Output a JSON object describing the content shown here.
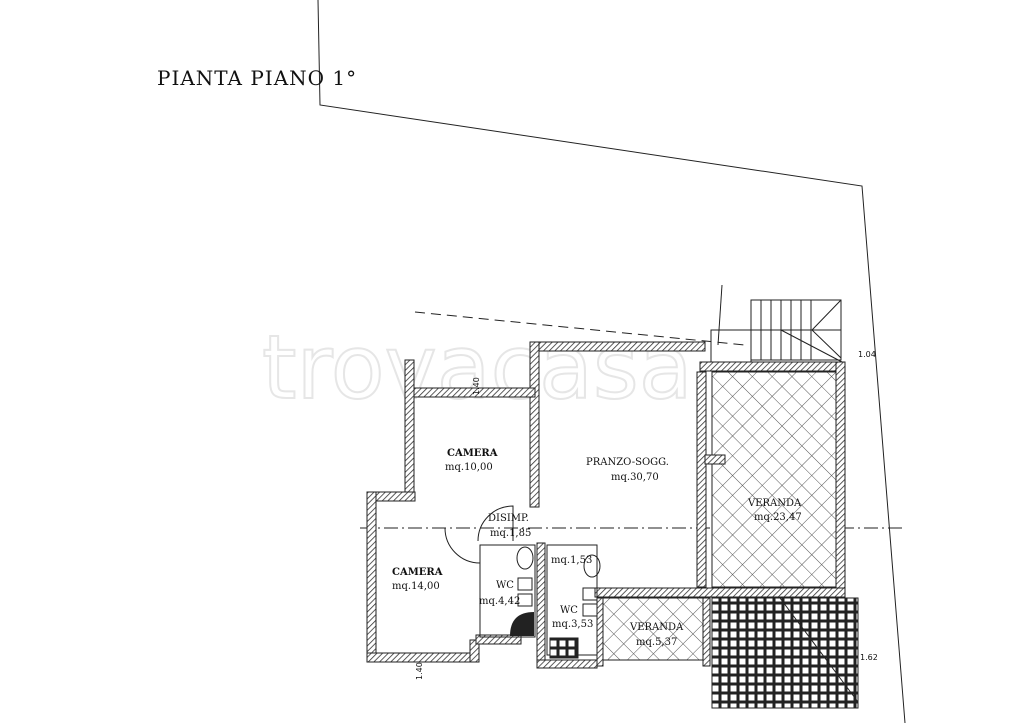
{
  "title": "PIANTA PIANO 1°",
  "watermark": "trovacasa",
  "rooms": [
    {
      "name": "CAMERA",
      "area": "mq.10,00"
    },
    {
      "name": "PRANZO-SOGG.",
      "area": "mq.30,70"
    },
    {
      "name": "VERANDA",
      "area": "mq.23,47"
    },
    {
      "name": "DISIMP.",
      "area": "mq.1,85"
    },
    {
      "name": "CAMERA",
      "area": "mq.14,00"
    },
    {
      "name": "WC",
      "area": "mq.4,42"
    },
    {
      "name": "",
      "area": "mq.1,53"
    },
    {
      "name": "WC",
      "area": "mq.3,53"
    },
    {
      "name": "VERANDA",
      "area": "mq.5,37"
    }
  ],
  "dimensions": [
    "1.04",
    "1.62",
    "1.40",
    "1.40"
  ],
  "colors": {
    "line": "#222222",
    "background": "#ffffff"
  }
}
